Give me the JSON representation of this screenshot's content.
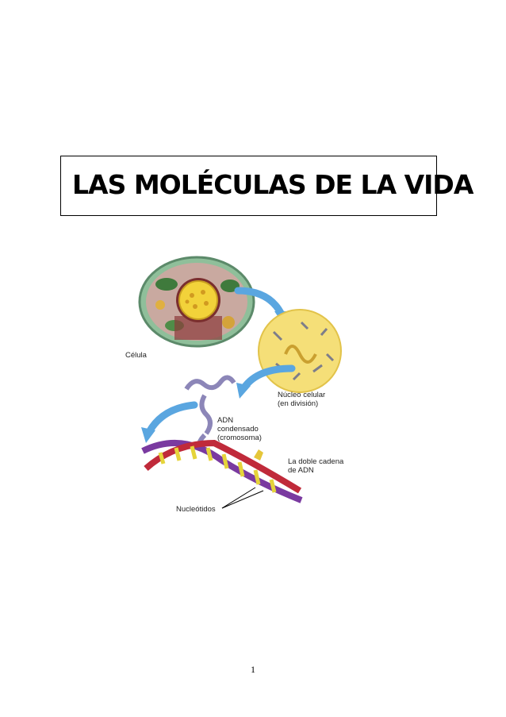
{
  "title": "LAS MOLÉCULAS DE LA VIDA",
  "figure": {
    "labels": {
      "cell": "Célula",
      "nucleus_line1": "Núcleo celular",
      "nucleus_line2": "(en división)",
      "dna_line1": "ADN",
      "dna_line2": "condensado",
      "dna_line3": "(cromosoma)",
      "double_strand_line1": "La doble cadena",
      "double_strand_line2": "de ADN",
      "nucleotides": "Nucleótidos"
    }
  },
  "page_number": "1"
}
